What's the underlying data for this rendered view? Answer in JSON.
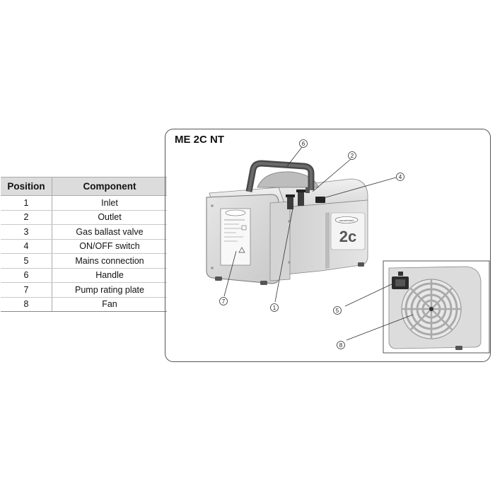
{
  "table": {
    "headers": {
      "position": "Position",
      "component": "Component"
    },
    "rows": [
      {
        "position": "1",
        "component": "Inlet"
      },
      {
        "position": "2",
        "component": "Outlet"
      },
      {
        "position": "3",
        "component": "Gas ballast valve"
      },
      {
        "position": "4",
        "component": "ON/OFF switch"
      },
      {
        "position": "5",
        "component": "Mains connection"
      },
      {
        "position": "6",
        "component": "Handle"
      },
      {
        "position": "7",
        "component": "Pump rating plate"
      },
      {
        "position": "8",
        "component": "Fan"
      }
    ]
  },
  "figure": {
    "title": "ME 2C NT",
    "model_badge": "2c",
    "brand_label": "vacuubrand",
    "callouts": [
      "1",
      "2",
      "4",
      "5",
      "6",
      "7",
      "8"
    ]
  }
}
